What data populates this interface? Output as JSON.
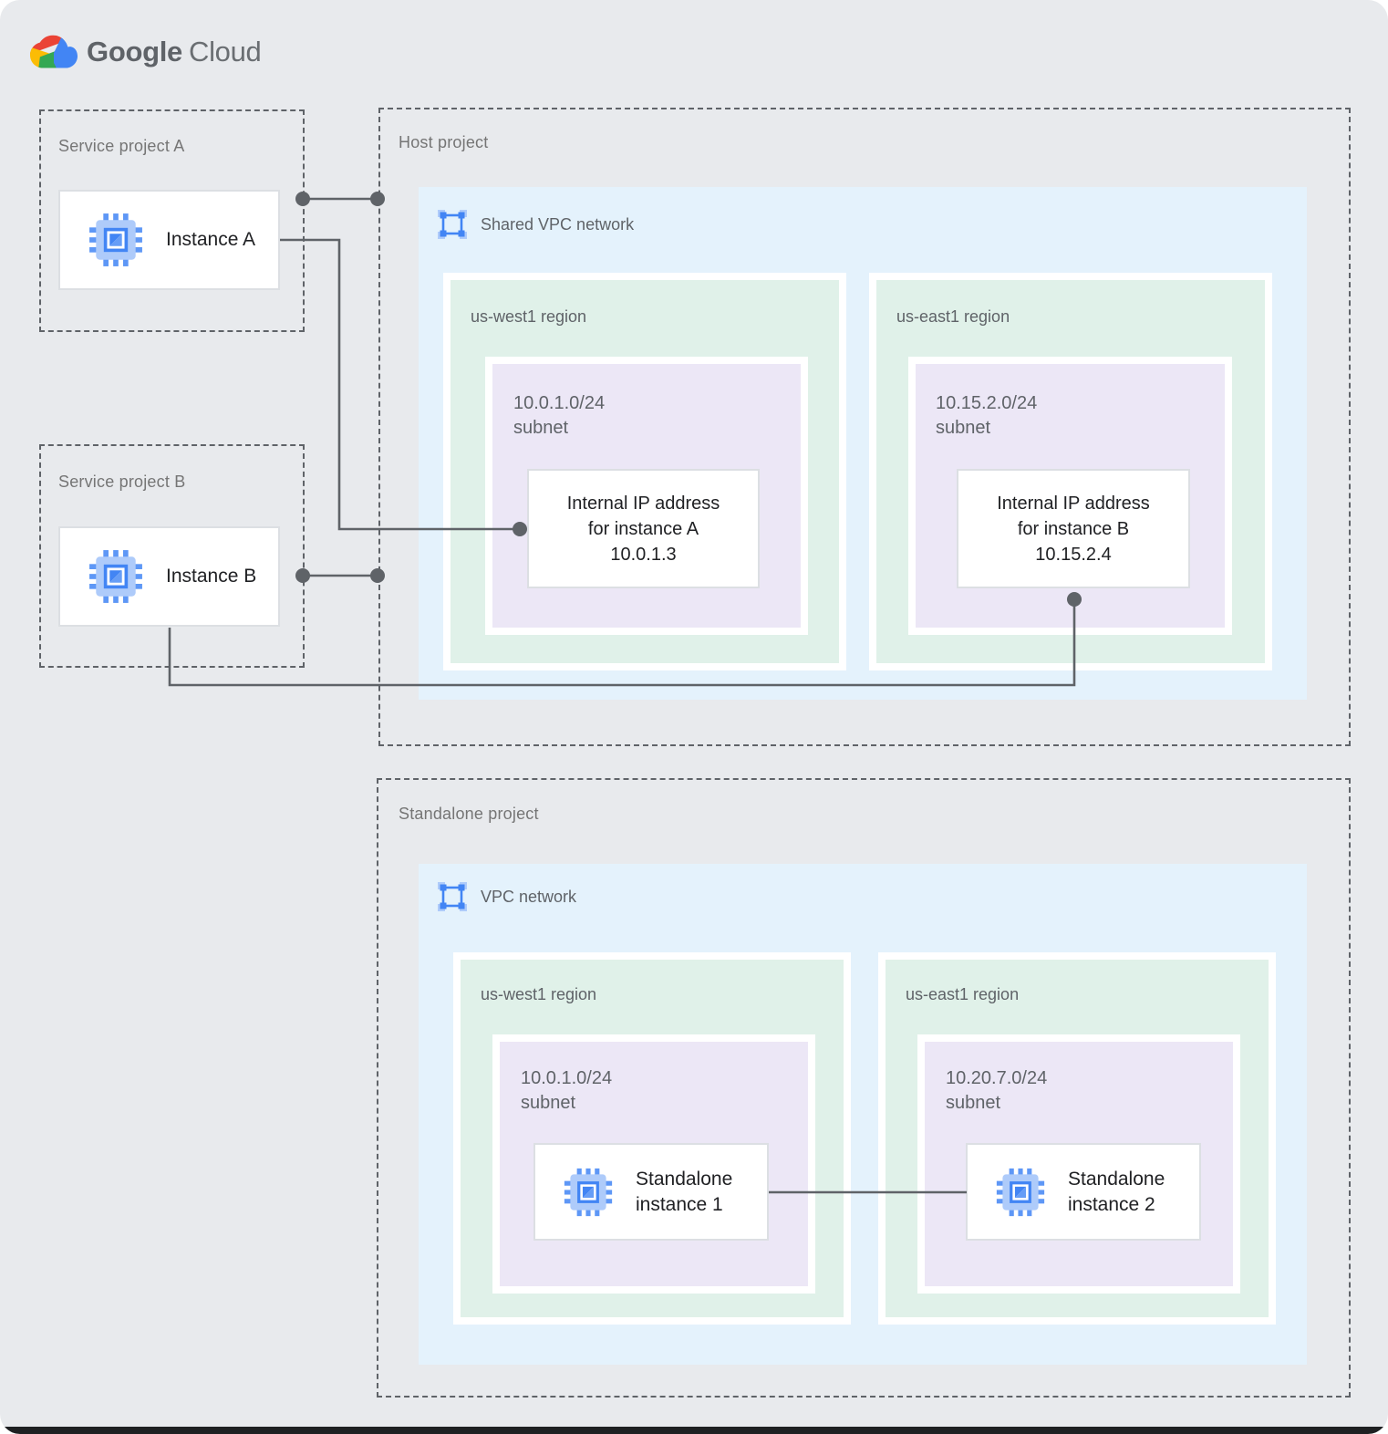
{
  "logo": {
    "google": "Google",
    "cloud": "Cloud"
  },
  "colors": {
    "background": "#e8eaed",
    "network_blue": "#e4f2fc",
    "region_green": "#e0f1e9",
    "subnet_purple": "#ece7f6",
    "connector_gray": "#5f6368",
    "accent_blue": "#4285f4",
    "icon_light_blue": "#aecbfa",
    "text_dark": "#202124",
    "label_gray": "#757575"
  },
  "icons": {
    "cloud_logo": "google-cloud-logo",
    "vm_chip": "compute-instance-icon",
    "vpc": "vpc-network-icon"
  },
  "service_project_a": {
    "label": "Service project A",
    "instance_label": "Instance A"
  },
  "service_project_b": {
    "label": "Service project B",
    "instance_label": "Instance B"
  },
  "host_project": {
    "label": "Host project",
    "network_label": "Shared VPC network",
    "regions": [
      {
        "label": "us-west1 region",
        "subnet_cidr": "10.0.1.0/24",
        "subnet_word": "subnet",
        "ip_line1": "Internal IP address",
        "ip_line2": "for instance A",
        "ip_line3": "10.0.1.3"
      },
      {
        "label": "us-east1 region",
        "subnet_cidr": "10.15.2.0/24",
        "subnet_word": "subnet",
        "ip_line1": "Internal IP address",
        "ip_line2": "for instance B",
        "ip_line3": "10.15.2.4"
      }
    ]
  },
  "standalone_project": {
    "label": "Standalone project",
    "network_label": "VPC network",
    "regions": [
      {
        "label": "us-west1 region",
        "subnet_cidr": "10.0.1.0/24",
        "subnet_word": "subnet",
        "instance_line1": "Standalone",
        "instance_line2": "instance 1"
      },
      {
        "label": "us-east1 region",
        "subnet_cidr": "10.20.7.0/24",
        "subnet_word": "subnet",
        "instance_line1": "Standalone",
        "instance_line2": "instance 2"
      }
    ]
  }
}
